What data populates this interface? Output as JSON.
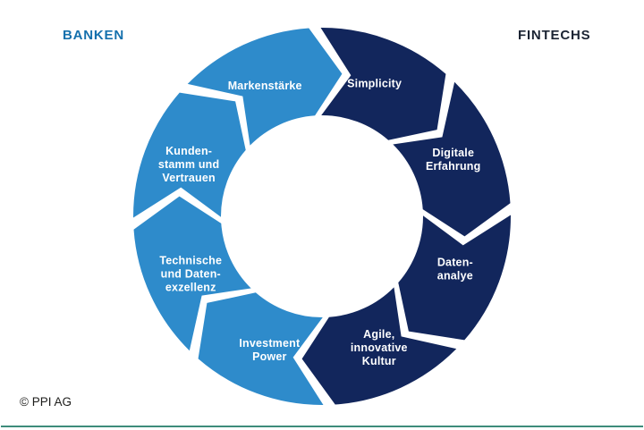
{
  "header": {
    "left_label": "BANKEN",
    "right_label": "FINTECHS"
  },
  "footer": {
    "copyright": "© PPI AG"
  },
  "colors": {
    "banken_segment": "#2E8BCB",
    "fintechs_segment": "#12265C",
    "banken_heading": "#1470AD",
    "fintechs_heading": "#1B2433",
    "segment_text": "#FFFFFF",
    "divider_line": "#3E8C7B",
    "copyright_text": "#1D1D1B",
    "background": "#FFFFFF"
  },
  "diagram": {
    "type": "cycle",
    "direction": "clockwise",
    "left_group": "BANKEN",
    "right_group": "FINTECHS",
    "segments": [
      {
        "id": "simplicity",
        "group": "fintechs",
        "label_lines": [
          "Simplicity"
        ],
        "start_angle": 0,
        "end_angle": 45
      },
      {
        "id": "digitale-erfahrung",
        "group": "fintechs",
        "label_lines": [
          "Digitale",
          "Erfahrung"
        ],
        "start_angle": 45,
        "end_angle": 90
      },
      {
        "id": "datenanalye",
        "group": "fintechs",
        "label_lines": [
          "Daten-",
          "analye"
        ],
        "start_angle": 90,
        "end_angle": 135
      },
      {
        "id": "agile-innovative-kultur",
        "group": "fintechs",
        "label_lines": [
          "Agile,",
          "innovative",
          "Kultur"
        ],
        "start_angle": 135,
        "end_angle": 180
      },
      {
        "id": "investment-power",
        "group": "banken",
        "label_lines": [
          "Investment",
          "Power"
        ],
        "start_angle": 180,
        "end_angle": 225
      },
      {
        "id": "technische-datenexzellenz",
        "group": "banken",
        "label_lines": [
          "Technische",
          "und Daten-",
          "exzellenz"
        ],
        "start_angle": 225,
        "end_angle": 270
      },
      {
        "id": "kundenstamm-vertrauen",
        "group": "banken",
        "label_lines": [
          "Kunden-",
          "stamm und",
          "Vertrauen"
        ],
        "start_angle": 270,
        "end_angle": 315
      },
      {
        "id": "markenstaerke",
        "group": "banken",
        "label_lines": [
          "Markenstärke"
        ],
        "start_angle": 315,
        "end_angle": 360
      }
    ]
  }
}
